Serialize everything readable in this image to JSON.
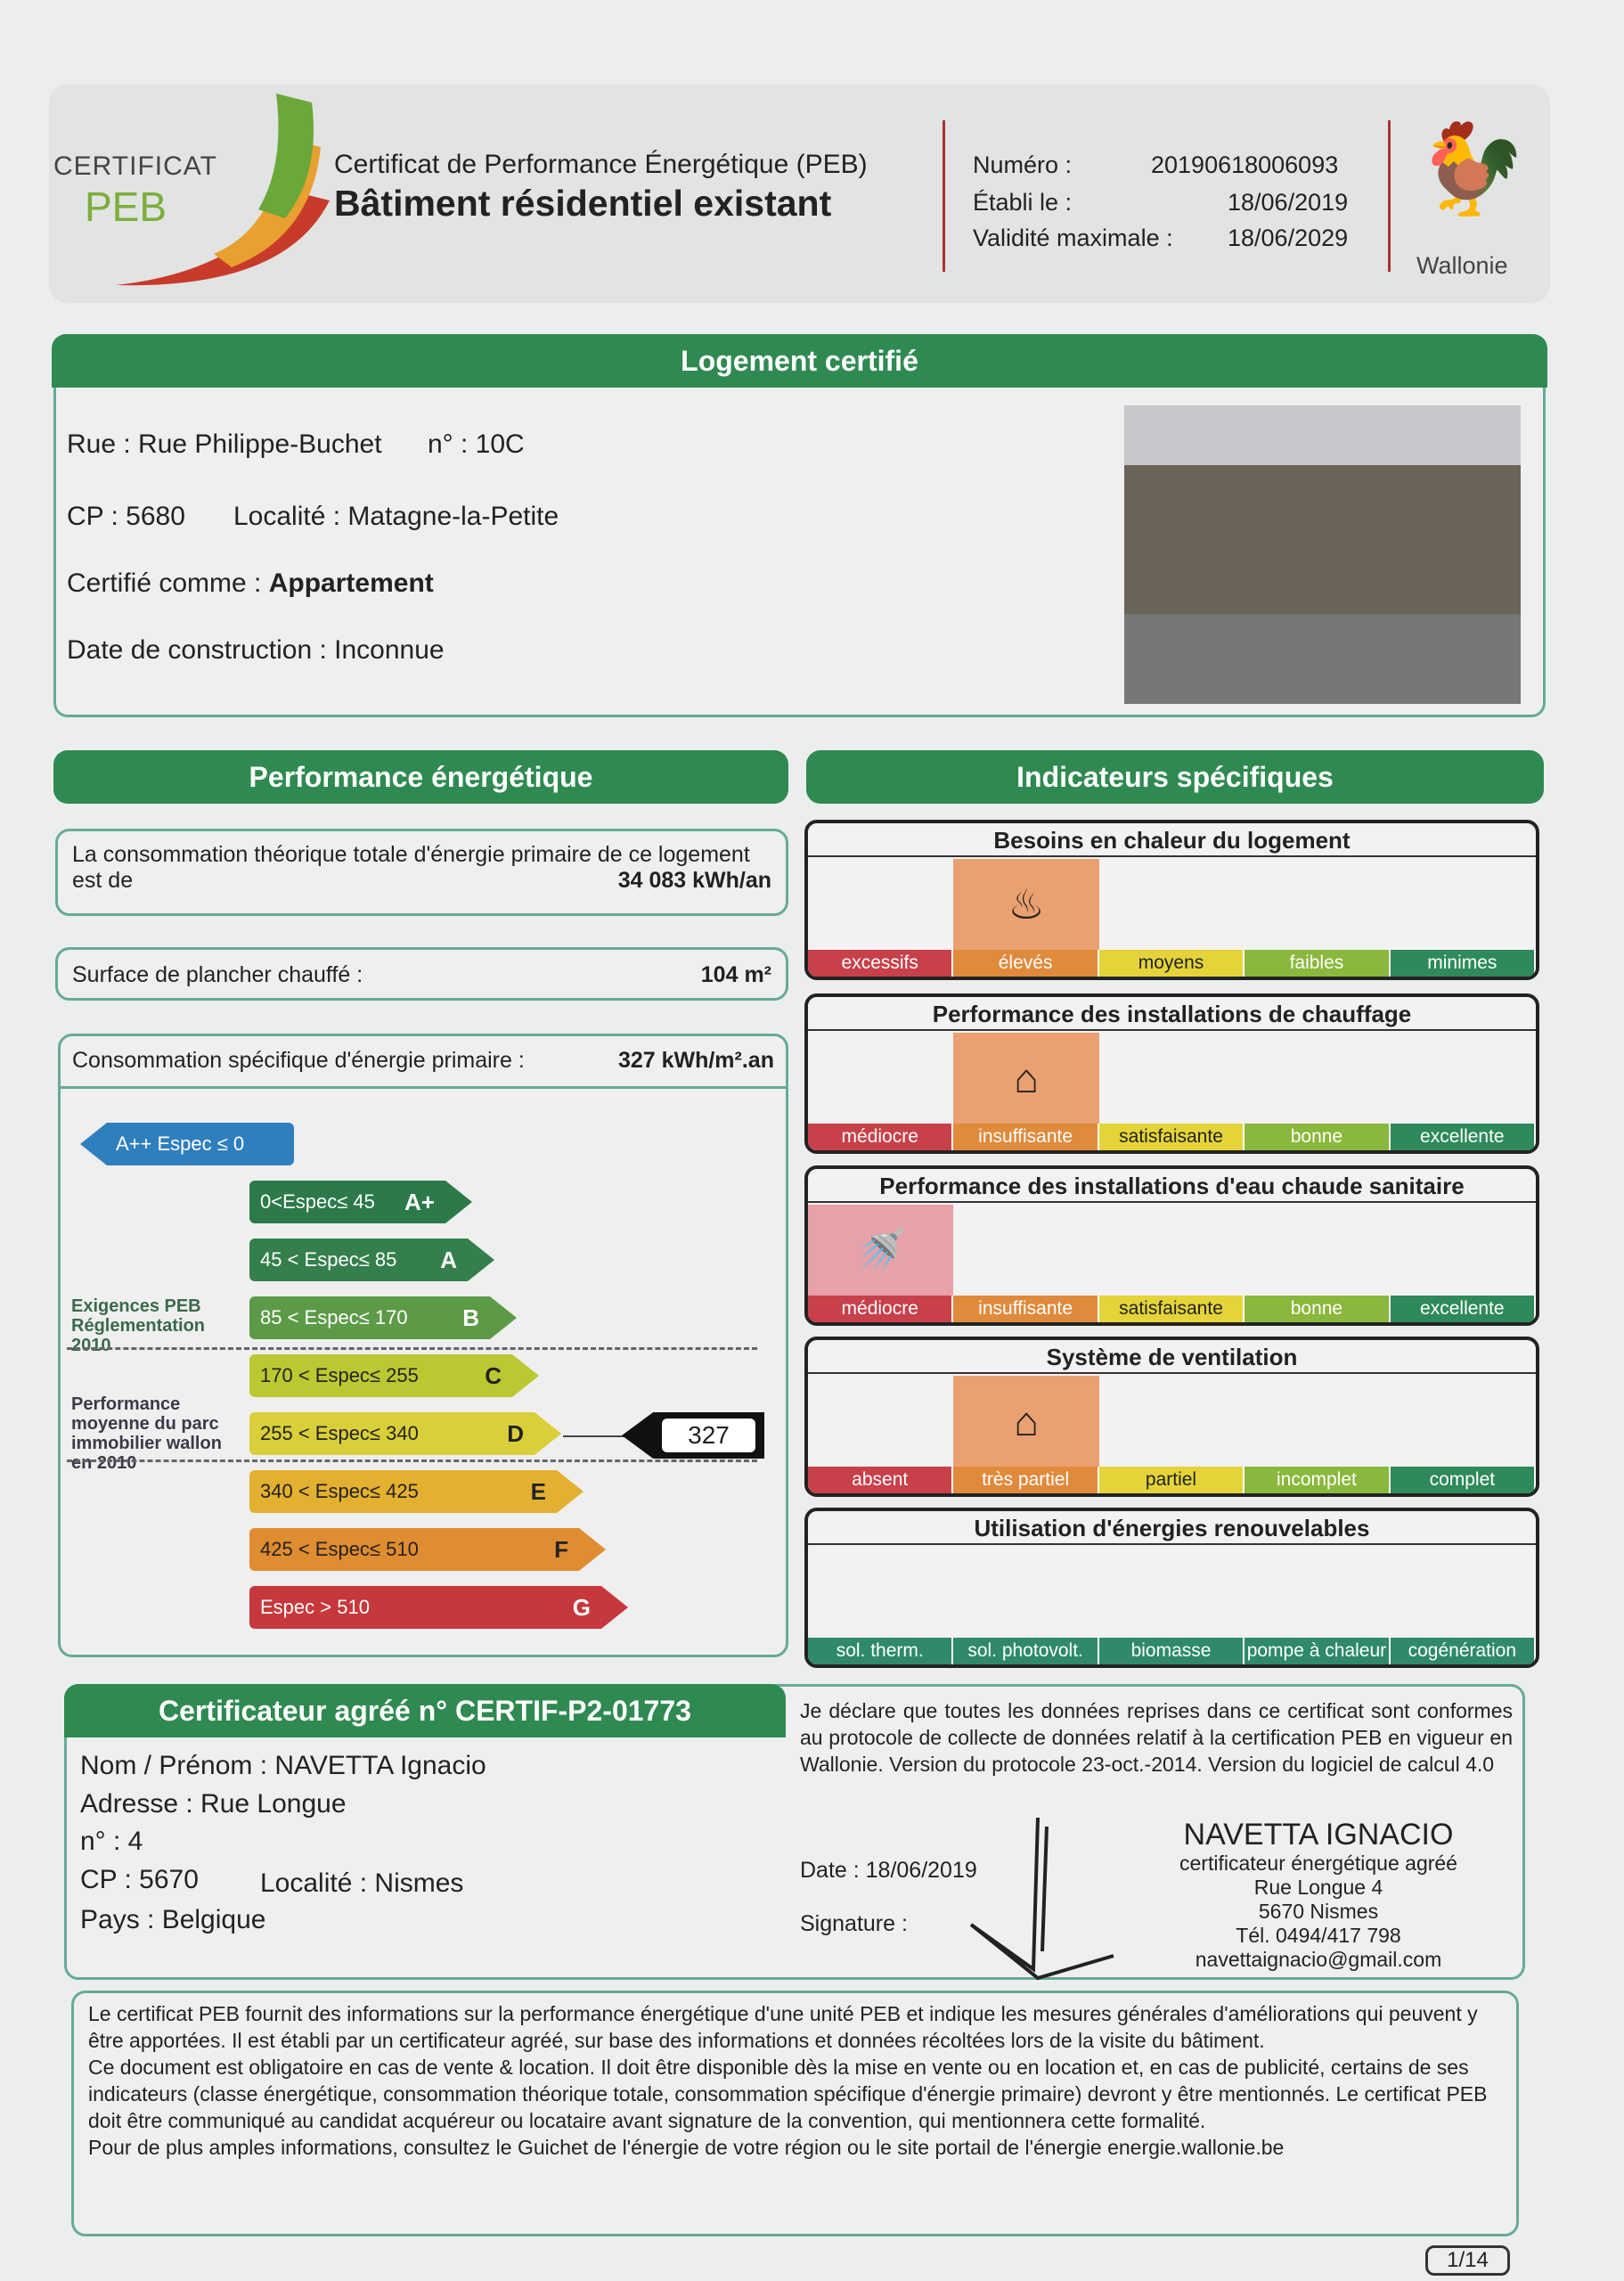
{
  "header": {
    "logo_line1": "CERTIFICAT",
    "logo_line2": "PEB",
    "title": "Certificat de Performance Énergétique (PEB)",
    "subtitle": "Bâtiment résidentiel existant",
    "numero_label": "Numéro :",
    "numero": "20190618006093",
    "etabli_label": "Établi le :",
    "etabli": "18/06/2019",
    "validite_label": "Validité maximale :",
    "validite": "18/06/2029",
    "region": "Wallonie"
  },
  "logement": {
    "title": "Logement certifié",
    "rue": "Rue : Rue Philippe-Buchet",
    "numero": "n° : 10C",
    "cp": "CP : 5680",
    "localite": "Localité : Matagne-la-Petite",
    "certifie_label": "Certifié comme :",
    "certifie": "Appartement",
    "construction": "Date de construction : Inconnue"
  },
  "performance": {
    "title": "Performance énergétique",
    "conso_text": "La consommation théorique totale d'énergie primaire de ce logement est de",
    "conso_value": "34 083 kWh/an",
    "surface_label": "Surface de plancher chauffé :",
    "surface_value": "104 m²",
    "spec_label": "Consommation spécifique d'énergie primaire :",
    "spec_value": "327 kWh/m².an",
    "exigences": "Exigences PEB Réglementation 2010",
    "moyenne": "Performance moyenne du parc immobilier wallon en 2010",
    "marker": "327",
    "classes": [
      {
        "range": "A++ Espec ≤ 0",
        "letter": "",
        "color": "#2f7fbf"
      },
      {
        "range": "0<Espec≤ 45",
        "letter": "A+",
        "color": "#2c7a4a"
      },
      {
        "range": "45 < Espec≤ 85",
        "letter": "A",
        "color": "#347f4c"
      },
      {
        "range": "85 < Espec≤ 170",
        "letter": "B",
        "color": "#5c9a48"
      },
      {
        "range": "170 < Espec≤ 255",
        "letter": "C",
        "color": "#bcc832"
      },
      {
        "range": "255 < Espec≤ 340",
        "letter": "D",
        "color": "#d9cf3a"
      },
      {
        "range": "340 < Espec≤ 425",
        "letter": "E",
        "color": "#e3b030"
      },
      {
        "range": "425 < Espec≤ 510",
        "letter": "F",
        "color": "#e08c30"
      },
      {
        "range": "Espec > 510",
        "letter": "G",
        "color": "#c7383c"
      }
    ]
  },
  "indicateurs": {
    "title": "Indicateurs spécifiques",
    "items": [
      {
        "title": "Besoins en chaleur du logement",
        "labels": [
          "excessifs",
          "élevés",
          "moyens",
          "faibles",
          "minimes"
        ],
        "selected": 1,
        "icon": "house-heat-icon"
      },
      {
        "title": "Performance des installations de chauffage",
        "labels": [
          "médiocre",
          "insuffisante",
          "satisfaisante",
          "bonne",
          "excellente"
        ],
        "selected": 1,
        "icon": "house-heating-icon"
      },
      {
        "title": "Performance des installations d'eau chaude sanitaire",
        "labels": [
          "médiocre",
          "insuffisante",
          "satisfaisante",
          "bonne",
          "excellente"
        ],
        "selected": 0,
        "icon": "hot-water-icon"
      },
      {
        "title": "Système de ventilation",
        "labels": [
          "absent",
          "très partiel",
          "partiel",
          "incomplet",
          "complet"
        ],
        "selected": 1,
        "icon": "ventilation-icon"
      },
      {
        "title": "Utilisation d'énergies renouvelables",
        "labels": [
          "sol. therm.",
          "sol. photovolt.",
          "biomasse",
          "pompe à chaleur",
          "cogénération"
        ],
        "selected": -1,
        "icon": ""
      }
    ]
  },
  "colors": {
    "seg": [
      "#c8404a",
      "#e08a3c",
      "#e4d43a",
      "#8ab83c",
      "#2e8a5a"
    ],
    "highlight": [
      "#e6a2a8",
      "#eaa070"
    ]
  },
  "certificateur": {
    "title": "Certificateur agréé n° CERTIF-P2-01773",
    "nom": "Nom / Prénom : NAVETTA Ignacio",
    "adresse": "Adresse : Rue Longue",
    "numero": "n° : 4",
    "cp": "CP : 5670",
    "localite": "Localité : Nismes",
    "pays": "Pays : Belgique",
    "declaration": "Je déclare que toutes les données reprises dans ce certificat sont conformes au protocole de collecte de données relatif à la certification PEB en vigueur en Wallonie. Version du protocole 23-oct.-2014. Version du logiciel de calcul 4.0",
    "date": "Date : 18/06/2019",
    "signature": "Signature :",
    "stamp": [
      "NAVETTA IGNACIO",
      "certificateur énergétique agréé",
      "Rue Longue 4",
      "5670 Nismes",
      "Tél. 0494/417 798",
      "navettaignacio@gmail.com"
    ]
  },
  "footer": {
    "p1": "Le certificat PEB fournit des informations sur la performance énergétique d'une unité PEB et indique les mesures générales d'améliorations qui peuvent y être apportées. Il est établi par un certificateur agréé, sur base des informations et données récoltées lors de la visite du bâtiment.",
    "p2": "Ce document est obligatoire en cas de vente & location. Il doit être disponible dès la mise en vente ou en location et, en cas de publicité, certains de ses indicateurs (classe énergétique, consommation théorique totale, consommation spécifique d'énergie primaire) devront y être mentionnés. Le certificat PEB doit être communiqué au candidat acquéreur ou locataire avant signature de la convention, qui mentionnera cette formalité.",
    "p3": "Pour de plus amples informations, consultez le Guichet de l'énergie de votre région ou le site portail de l'énergie energie.wallonie.be",
    "page": "1/14"
  }
}
